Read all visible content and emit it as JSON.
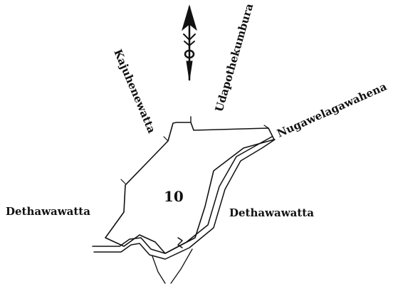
{
  "map": {
    "lot_number": "10",
    "labels": {
      "north": "Kajuhenewatta",
      "north_east": "Udapothekumbura",
      "east_top": "Nugawelagawahena",
      "west": "Dethawawatta",
      "east": "Dethawawatta"
    },
    "ink_color": "#111111",
    "background_color": "#ffffff"
  }
}
